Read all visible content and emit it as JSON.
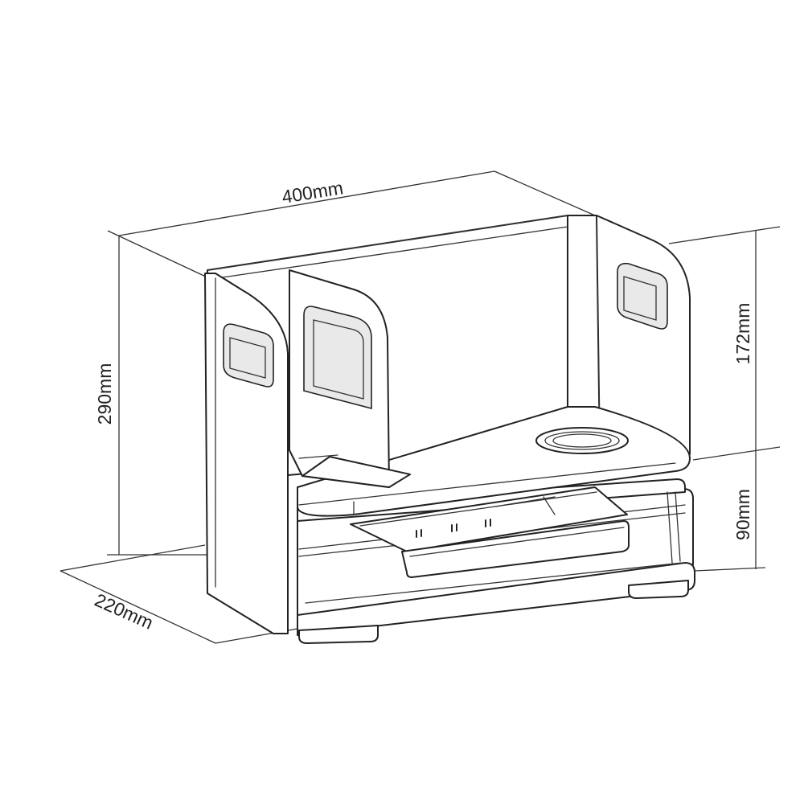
{
  "dimensions": {
    "width": "400mm",
    "depth": "220mm",
    "height": "290mm",
    "upper_height": "172mm",
    "lower_height": "90mm"
  }
}
